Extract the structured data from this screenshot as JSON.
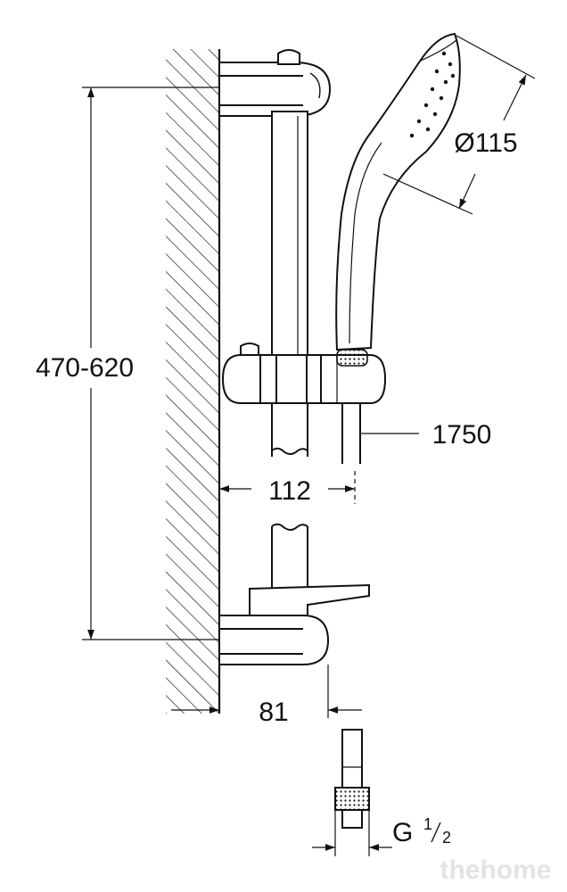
{
  "dimensions": {
    "rail_height_range": "470-620",
    "head_diameter": "Ø115",
    "hose_length": "1750",
    "holder_projection": "112",
    "bracket_projection": "81",
    "thread_prefix": "G",
    "thread_fraction_num": "1",
    "thread_fraction_den": "2"
  },
  "watermark": "thehome",
  "colors": {
    "line": "#111111",
    "fill": "#ffffff",
    "watermark": "#e3e3e3"
  }
}
